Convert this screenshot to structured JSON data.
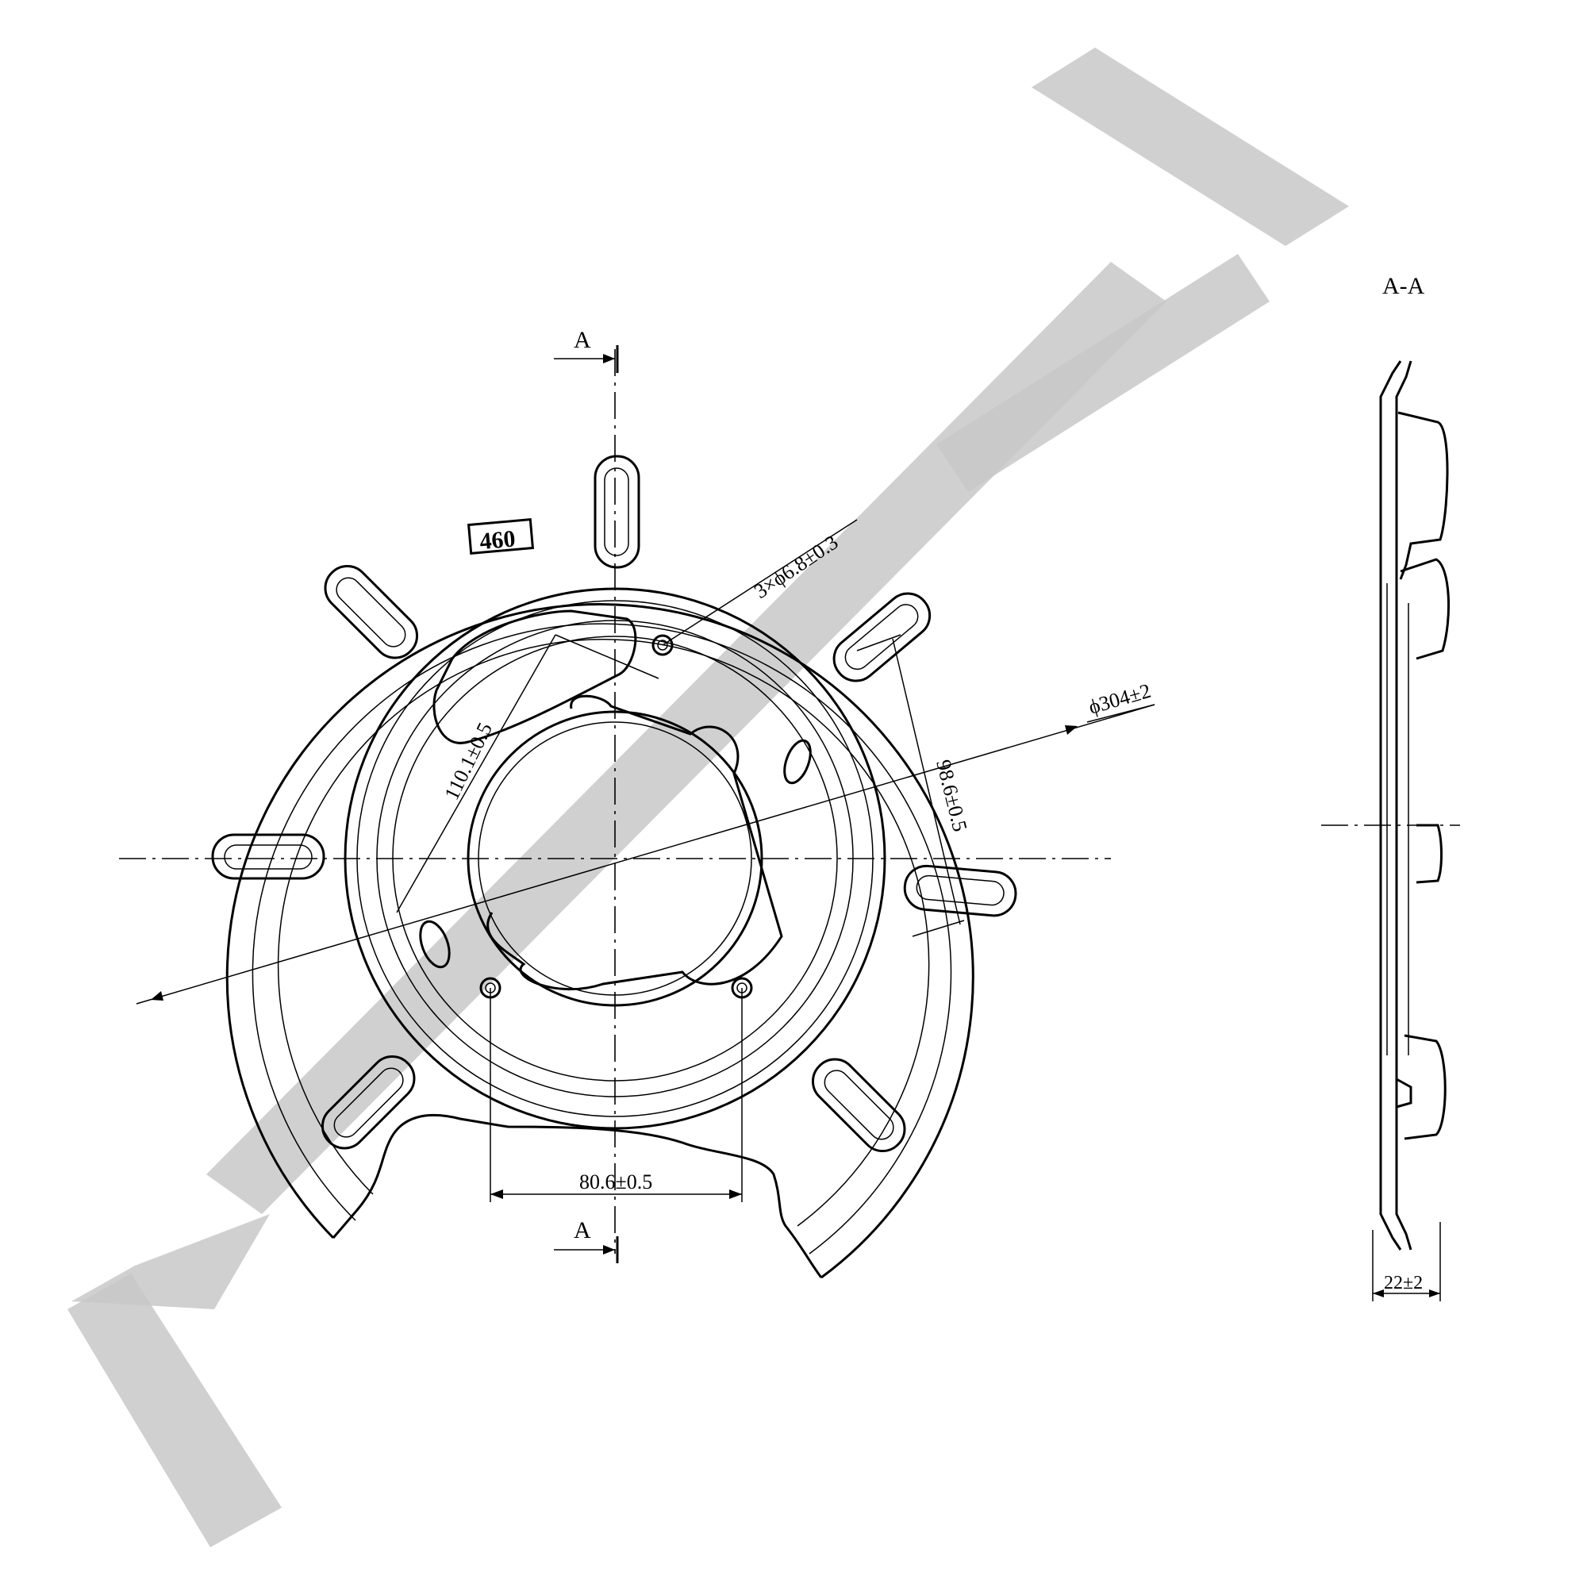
{
  "drawing": {
    "part_number": "460",
    "section_marker": "A",
    "section_view_title": "A-A",
    "dimensions": {
      "hole_callout": "3×ϕ6.8±0.3",
      "outer_diameter": "ϕ304±2",
      "hole_offset_vertical": "98.6±0.5",
      "hole_offset_diagonal": "110.1±0.5",
      "hole_spacing": "80.6±0.5",
      "section_depth": "22±2"
    }
  }
}
